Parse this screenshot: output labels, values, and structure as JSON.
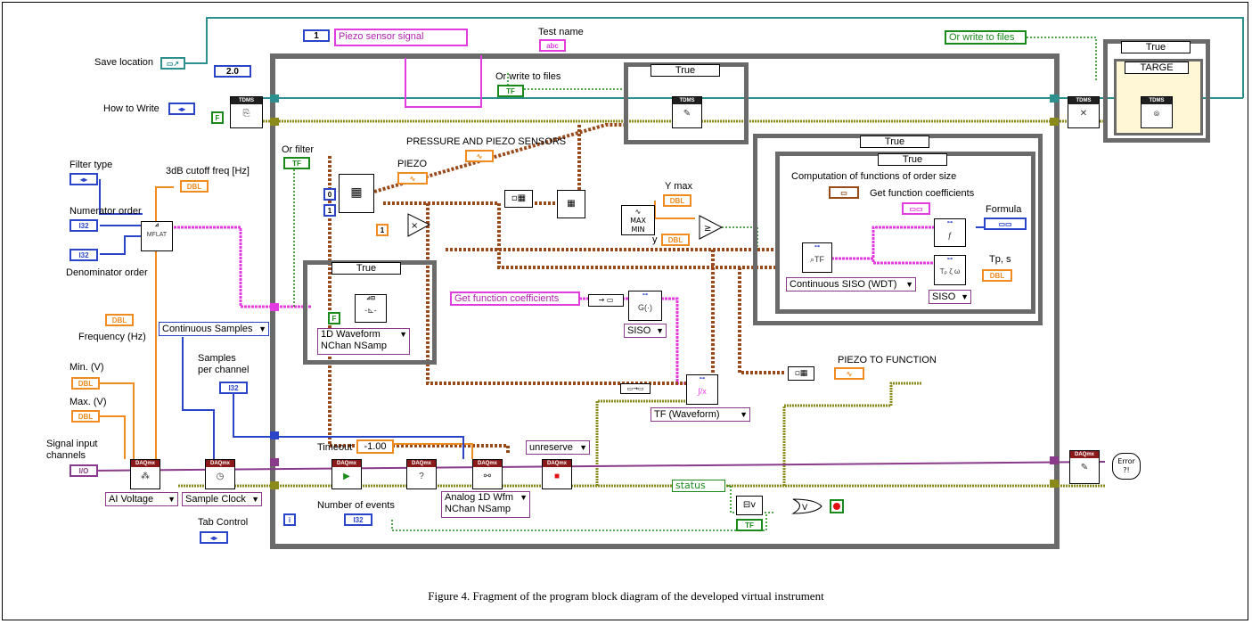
{
  "labels": {
    "save_location": "Save location",
    "how_to_write": "How to Write",
    "filter_type": "Filter type",
    "numerator_order": "Numerator order",
    "denominator_order": "Denominator order",
    "cutoff_freq": "3dB cutoff freq [Hz]",
    "frequency": "Frequency (Hz)",
    "min_v": "Min. (V)",
    "max_v": "Max. (V)",
    "signal_input_channels": "Signal input channels",
    "samples_per_channel": "Samples per channel",
    "tab_control": "Tab Control",
    "test_name": "Test name",
    "or_write_to_files": "Or write to files",
    "or_filter": "Or filter",
    "pressure_piezo": "PRESSURE AND PIEZO SENSORS",
    "piezo": "PIEZO",
    "y_max": "Y max",
    "y": "y",
    "computation": "Computation of functions of order size",
    "get_coeffs": "Get function coefficients",
    "formula": "Formula",
    "tp_s": "Tp, s",
    "piezo_to_function": "PIEZO TO FUNCTION",
    "timeout": "Timeout",
    "number_of_events": "Number of events",
    "status": "status"
  },
  "values": {
    "version": "2.0",
    "piezo_index": "1",
    "piezo_signal": "Piezo sensor signal",
    "or_write_global": "Or write to files",
    "get_coeffs_global": "Get function coefficients",
    "timeout_value": "-1.00",
    "const_one": "1",
    "const_zero": "0",
    "const_one_b": "1",
    "loop_i": "i"
  },
  "rings": {
    "continuous_samples": "Continuous Samples",
    "ai_voltage": "AI Voltage",
    "sample_clock": "Sample Clock",
    "waveform_1d": "1D Waveform NChan NSamp",
    "analog_1d": "Analog 1D Wfm NChan NSamp",
    "unreserve": "unreserve",
    "siso_mid": "SISO",
    "tf_waveform": "TF (Waveform)",
    "continuous_siso": "Continuous SISO (WDT)",
    "siso_right": "SISO"
  },
  "selectors": {
    "true_a": "True",
    "true_b": "True",
    "true_c": "True",
    "true_d": "True",
    "true_e": "True",
    "targe": "TARGE"
  },
  "terminals": {
    "dbl": "DBL",
    "i32": "I32",
    "tf": "TF",
    "abc": "abc",
    "io": "I/O"
  },
  "vi_headers": {
    "tdms": "TDMS",
    "daqmx": "DAQmx",
    "error": "Error"
  },
  "colors": {
    "orange": "#f08c1f",
    "blue": "#2b45c8",
    "pink": "#e23ce0",
    "green": "#1a8a1a",
    "olive": "#8a8a1a",
    "brown": "#9a4a1a",
    "teal": "#2e8f8f",
    "purple": "#8a3a8a"
  },
  "caption": "Figure 4. Fragment of the program block diagram of the developed virtual instrument"
}
